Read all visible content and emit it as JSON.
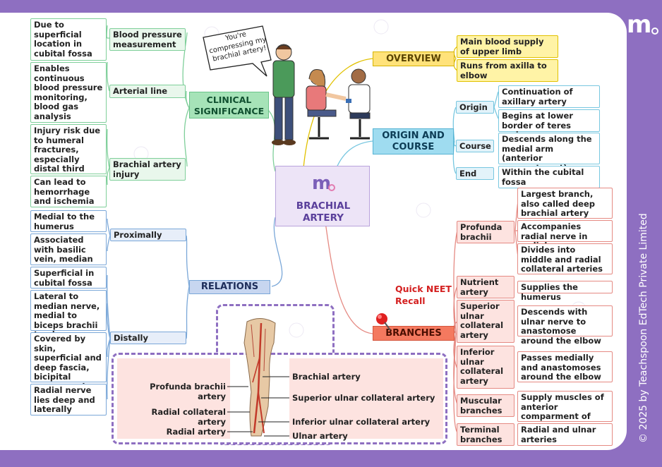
{
  "brand": {
    "logo_text": "m"
  },
  "credit": "© 2025 by Teachspoon EdTech Private Limited",
  "central": {
    "title": "BRACHIAL ARTERY"
  },
  "speech": "You're compressing my brachial artery!",
  "quick": "Quick NEET Recall",
  "clinical": {
    "title": "CLINICAL SIGNIFICANCE",
    "sub": [
      {
        "label": "Blood pressure measurement",
        "notes": [
          "Due to superficial location in cubital fossa"
        ]
      },
      {
        "label": "Arterial line",
        "notes": [
          "Enables continuous blood pressure monitoring, blood gas analysis"
        ]
      },
      {
        "label": "Brachial artery injury",
        "notes": [
          "Injury risk due to humeral fractures, especially distal third",
          "Can lead to hemorrhage and ischemia"
        ]
      }
    ]
  },
  "relations": {
    "title": "RELATIONS",
    "sub": [
      {
        "label": "Proximally",
        "notes": [
          "Medial to the humerus",
          "Associated with basilic vein, median nerve"
        ]
      },
      {
        "label": "Distally",
        "notes": [
          "Superficial in cubital fossa",
          "Lateral to median nerve, medial to biceps brachii tendon",
          "Covered by skin, superficial and deep fascia, bicipital aponeurosis",
          "Radial nerve lies deep and laterally"
        ]
      }
    ]
  },
  "overview": {
    "title": "OVERVIEW",
    "notes": [
      "Main blood supply of upper limb",
      "Runs from axilla to elbow"
    ]
  },
  "origin_course": {
    "title": "ORIGIN AND COURSE",
    "sub": [
      {
        "label": "Origin",
        "notes": [
          "Continuation of axillary artery",
          "Begins at lower border of teres major"
        ]
      },
      {
        "label": "Course",
        "notes": [
          "Descends along the medial arm (anterior compartment)"
        ]
      },
      {
        "label": "End",
        "notes": [
          "Within the cubital fossa"
        ]
      }
    ]
  },
  "branches": {
    "title": "BRANCHES",
    "sub": [
      {
        "label": "Profunda brachii",
        "notes": [
          "Largest branch, also called deep brachial artery",
          "Accompanies radial nerve in radial groove",
          "Divides into middle and radial collateral arteries"
        ]
      },
      {
        "label": "Nutrient artery",
        "notes": [
          "Supplies the humerus"
        ]
      },
      {
        "label": "Superior ulnar collateral artery",
        "notes": [
          "Descends with ulnar nerve to anastomose around the elbow"
        ]
      },
      {
        "label": "Inferior ulnar collateral artery",
        "notes": [
          "Passes medially and anastomoses around the elbow"
        ]
      },
      {
        "label": "Muscular branches",
        "notes": [
          "Supply muscles of anterior comparment of arm"
        ]
      },
      {
        "label": "Terminal branches",
        "notes": [
          "Radial and ulnar arteries"
        ]
      }
    ]
  },
  "anatomy": {
    "left_labels": [
      "Profunda brachii artery",
      "Radial collateral artery",
      "Radial artery"
    ],
    "right_labels": [
      "Brachial artery",
      "Superior ulnar collateral artery",
      "Inferior ulnar collateral artery",
      "Ulnar artery"
    ]
  },
  "colors": {
    "background": "#8e6fc1",
    "clinical": "#a6e3b8",
    "relations": "#c7d6f0",
    "overview": "#ffe27a",
    "origin": "#9fdcf0",
    "branches": "#f4795f",
    "central": "#ede4f7"
  }
}
